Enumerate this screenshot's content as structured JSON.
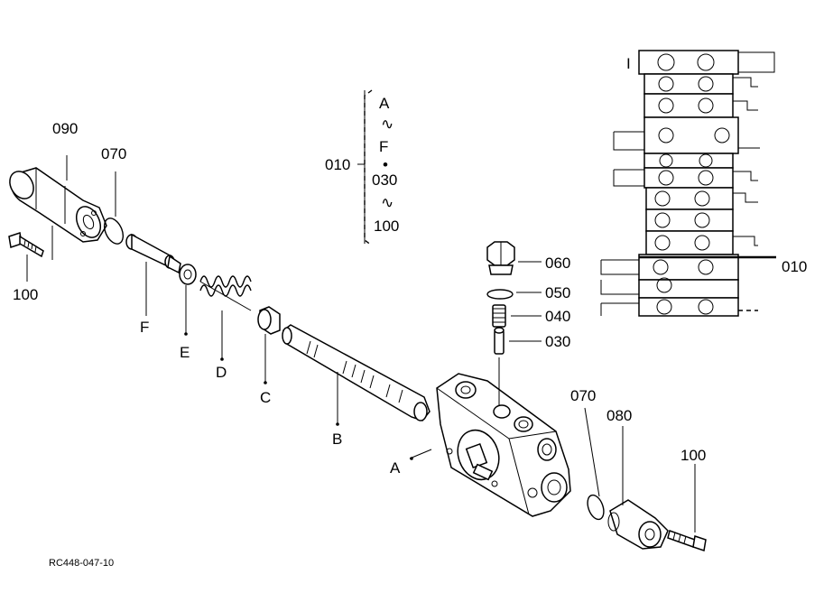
{
  "diagram": {
    "catalog_code": "RC448-047-10",
    "callouts": {
      "c090": "090",
      "c070_left": "070",
      "c100_left": "100",
      "c060": "060",
      "c050": "050",
      "c040": "040",
      "c030": "030",
      "c070_right": "070",
      "c080": "080",
      "c100_right": "100",
      "c010_bracket": "010",
      "c010_block": "010"
    },
    "bracket_list": [
      "A",
      "∿",
      "F",
      "•",
      "030",
      "∿",
      "100"
    ],
    "letters": {
      "A": "A",
      "B": "B",
      "C": "C",
      "D": "D",
      "E": "E",
      "F": "F"
    },
    "block_marker": "I"
  }
}
